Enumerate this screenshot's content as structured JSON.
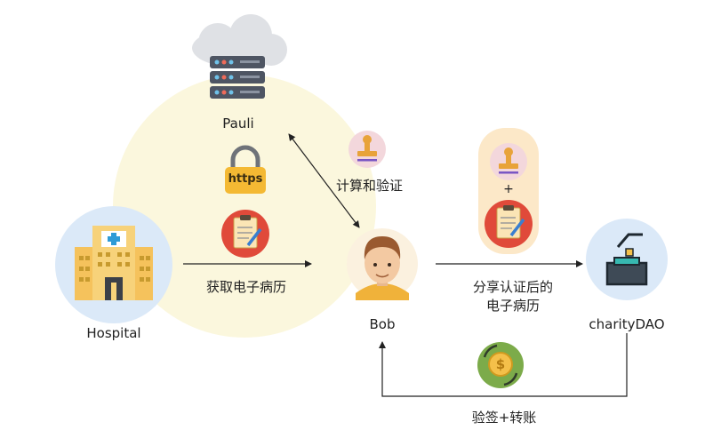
{
  "nodes": {
    "server": {
      "label": "Pauli",
      "icon": "server-cloud-icon"
    },
    "hospital": {
      "label": "Hospital",
      "icon": "hospital-building-icon"
    },
    "user": {
      "label": "Bob",
      "icon": "person-avatar-icon"
    },
    "dao": {
      "label": "charityDAO",
      "icon": "donation-box-icon"
    }
  },
  "badges": {
    "https": {
      "text": "https",
      "icon": "padlock-https-icon"
    },
    "plus": "+"
  },
  "edges": {
    "fetch_record": "获取电子病历",
    "compute_verify": "计算和验证",
    "share_line1": "分享认证后的",
    "share_line2": "电子病历",
    "verify_transfer": "验签+转账"
  },
  "colors": {
    "yellow_zone": "#fbf7dd",
    "circle_blue": "#dbe9f8",
    "stamp_pink": "#f3d7dc",
    "record_red": "#e04a3a",
    "coin_green": "#7cab4a",
    "pill_bg": "#fce8c8"
  }
}
